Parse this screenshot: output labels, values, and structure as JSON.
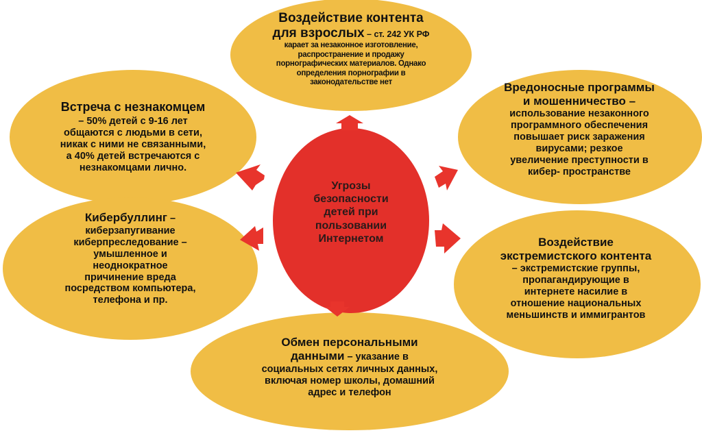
{
  "colors": {
    "bubble": "#F0BD45",
    "center": "#E3302A",
    "arrow": "#E8342C"
  },
  "center": {
    "lines": [
      "Угрозы",
      "безопасности",
      "детей при",
      "пользовании",
      "Интернетом"
    ]
  },
  "bubbles": {
    "adult_content": {
      "title_lines": [
        "Воздействие контента",
        "для взрослых"
      ],
      "title_suffix": " – ст. 242 УК РФ",
      "body_lines": [
        "карает за незаконное изготовление,",
        "распространение и продажу",
        "порнографических материалов. Однако",
        "определения порнографии в",
        "законодательстве нет"
      ]
    },
    "stranger": {
      "title": "Встреча с незнакомцем",
      "body_lines": [
        "– 50% детей с 9-16 лет",
        "общаются с людьми в сети,",
        "никак с ними не связанными,",
        "а 40% детей встречаются с",
        "незнакомцами лично."
      ]
    },
    "malware": {
      "title_lines": [
        "Вредоносные программы",
        "и мошенничество –"
      ],
      "body_lines": [
        "использование незаконного",
        "программного обеспечения",
        "повышает риск заражения",
        "вирусами; резкое",
        "увеличение преступности в",
        "кибер- пространстве"
      ]
    },
    "cyberbullying": {
      "title": "Кибербуллинг",
      "title_suffix": " –",
      "body_lines": [
        "киберзапугивание",
        "киберпреследование –",
        "умышленное и",
        "неоднократное",
        "причинение вреда",
        "посредством компьютера,",
        "телефона и пр."
      ]
    },
    "extremism": {
      "title_lines": [
        "Воздействие",
        "экстремистского контента"
      ],
      "body_lines": [
        "– экстремистские группы,",
        "пропагандирующие в",
        "интернете насилие в",
        "отношение национальных",
        "меньшинств и иммигрантов"
      ]
    },
    "personal_data": {
      "title_lines": [
        "Обмен персональными",
        "данными"
      ],
      "title_suffix": " – указание в",
      "body_lines": [
        "социальных сетях личных данных,",
        "включая номер школы, домашний",
        "адрес и телефон"
      ]
    }
  }
}
